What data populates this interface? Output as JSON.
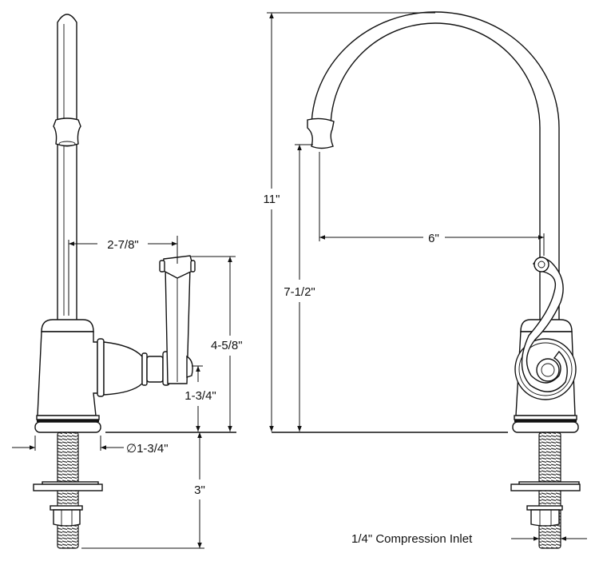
{
  "drawing": {
    "side_view": {
      "spout_reach_label": "2-7/8\"",
      "handle_height_label": "4-5/8\"",
      "handle_base_height_label": "1-3/4\"",
      "base_diameter_label": "∅1-3/4\"",
      "shank_length_label": "3\""
    },
    "front_view": {
      "total_height_label": "11\"",
      "spout_height_label": "7-1/2\"",
      "spout_reach_label": "6\"",
      "inlet_label": "1/4\" Compression Inlet"
    }
  }
}
